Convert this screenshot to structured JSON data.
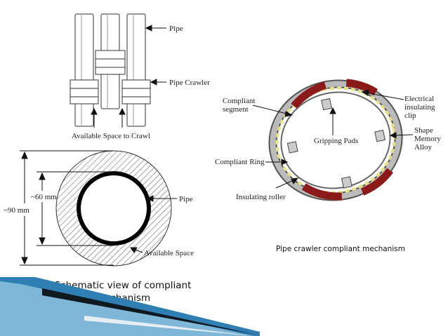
{
  "top_schematic": {
    "pipe_label": "Pipe",
    "crawler_label": "Pipe Crawler",
    "space_label": "Available Space to Crawl"
  },
  "cross_section": {
    "inner_dim": "~60 mm",
    "outer_dim": "~90 mm",
    "pipe_label": "Pipe",
    "space_label": "Available Space"
  },
  "mechanism": {
    "compliant_segment": "Compliant segment",
    "electrical_clip": "Electrical insulating clip",
    "gripping_pads": "Gripping Pads",
    "shape_memory_alloy": "Shape Memory Alloy",
    "compliant_ring": "Compliant Ring",
    "insulating_roller": "Insulating roller"
  },
  "captions": {
    "right": "Pipe crawler compliant mechanism",
    "left": "Schematic view of compliant mechanism"
  },
  "colors": {
    "accent_dark": "#101820",
    "accent_blue": "#2f7fb4",
    "clip_red": "#8b1a1a",
    "sma_yellow": "#e9e08a"
  }
}
